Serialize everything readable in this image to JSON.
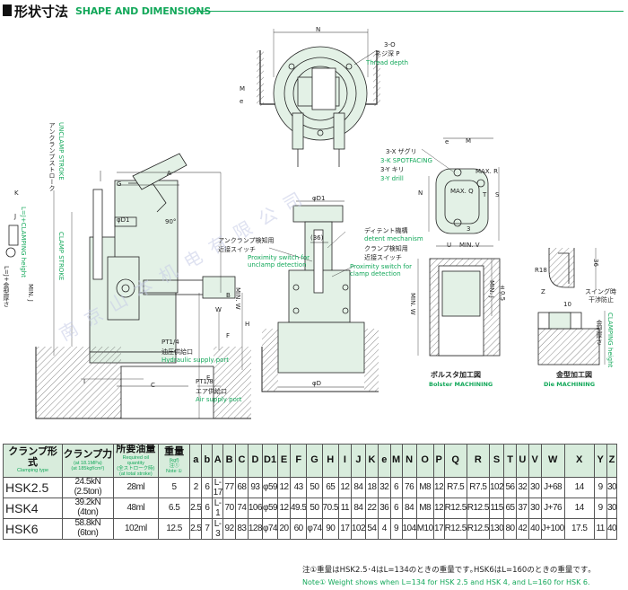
{
  "header": {
    "title_ja": "形状寸法",
    "title_en": "SHAPE AND DIMENSIONS"
  },
  "drawing": {
    "top_view": {
      "dim_n": "N",
      "thread_depth_ja": "3-O",
      "thread_depth_sub": "ネジ深 P",
      "thread_depth_en": "Thread depth",
      "dim_m": "M",
      "dim_e": "e"
    },
    "front_view": {
      "dim_a": "A",
      "dim_g": "G",
      "dim_k": "K",
      "dim_j": "J",
      "dim_b": "B",
      "dim_w": "W",
      "dim_h": "H",
      "dim_f": "F",
      "dim_c": "C",
      "dim_e": "E",
      "dim_i": "I",
      "dim_phi_d1": "φD1",
      "angle": "90°",
      "min_w": "MIN. W",
      "min_j": "MIN. J",
      "clamp_stroke_ja": "アンクランプストローク",
      "unclamp_stroke_en": "UNCLAMP STROKE",
      "clamp_stroke_en": "CLAMP STROKE",
      "clamping_height_ja": "L=J+金型厚さ",
      "clamping_height_en": "L=J+CLAMPING height",
      "pt_hydraulic": "PT1/4",
      "hydraulic_ja": "油圧供給口",
      "hydraulic_en": "Hydraulic supply port",
      "pt_air": "PT1/8",
      "air_ja": "エア供給口",
      "air_en": "Air supply port"
    },
    "side_view": {
      "dim_phi_d1": "φD1",
      "dim_36": "(36)",
      "dim_phi_d": "φD",
      "unclamp_switch_ja": "アンクランプ検知用",
      "unclamp_switch_ja2": "近接スイッチ",
      "unclamp_switch_en": "Proximity switch for",
      "unclamp_switch_en2": "unclamp detection",
      "detent_ja": "ディテント機構",
      "detent_en": "detent mechanism",
      "clamp_switch_ja": "クランプ検知用",
      "clamp_switch_ja2": "近接スイッチ",
      "clamp_switch_en": "Proximity switch for",
      "clamp_switch_en2": "clamp detection"
    },
    "bolster": {
      "spot_ja": "3-X ザグリ",
      "spot_en": "3-K SPOTFACING",
      "drill_ja": "3-Y キリ",
      "drill_en": "3-Y drill",
      "dim_e": "e",
      "dim_m": "M",
      "max_r": "MAX. R",
      "max_q": "MAX. Q",
      "dim_n": "N",
      "dim_t": "T",
      "dim_s": "S",
      "dim_u": "U",
      "min_v": "MIN. V",
      "dim_3": "3",
      "min_w": "MIN. W",
      "min_j": "MIN. J",
      "tol": "±0.5",
      "title_ja": "ボルスタ加工図",
      "title_en": "Bolster MACHINING"
    },
    "die": {
      "r18": "R18",
      "dim_z": "Z",
      "dim_36": "36",
      "dim_10": "10",
      "swing_ja": "スイング時",
      "swing_ja2": "干渉防止",
      "height_ja": "金型厚さ",
      "height_en": "CLAMPING height",
      "title_ja": "金型加工図",
      "title_en": "Die MACHINING"
    },
    "watermark": "南京山本机电有限公司"
  },
  "table": {
    "headers": {
      "type_ja": "クランプ形式",
      "type_en": "Clamping type",
      "force_ja": "クランプ力",
      "force_sub1": "(at 18.1MPa)",
      "force_sub2": "(at 185kgf/cm²)",
      "oil_ja": "所要油量",
      "oil_en": "Required oil quantity",
      "oil_en2": "(全ストローク時)",
      "oil_en3": "(at total stroke)",
      "weight_ja": "重量",
      "weight_unit": "(kgf)",
      "weight_note": "注①",
      "weight_note_en": "Note ①",
      "cols": [
        "a",
        "b",
        "A",
        "B",
        "C",
        "D",
        "D1",
        "E",
        "F",
        "G",
        "H",
        "I",
        "J",
        "K",
        "e",
        "M",
        "N",
        "O",
        "P",
        "Q",
        "R",
        "S",
        "T",
        "U",
        "V",
        "W",
        "X",
        "Y",
        "Z"
      ]
    },
    "rows": [
      {
        "model": "HSK2.5",
        "force1": "24.5kN",
        "force2": "(2.5ton)",
        "oil": "28ml",
        "weight": "5",
        "vals": [
          "2",
          "6",
          "L-17",
          "77",
          "68",
          "93",
          "φ59",
          "12",
          "43",
          "50",
          "65",
          "12",
          "84",
          "18",
          "32",
          "6",
          "76",
          "M8",
          "12",
          "R7.5",
          "R7.5",
          "102",
          "56",
          "32",
          "30",
          "J+68",
          "14",
          "9",
          "30"
        ]
      },
      {
        "model": "HSK4",
        "force1": "39.2kN",
        "force2": "(4ton)",
        "oil": "48ml",
        "weight": "6.5",
        "vals": [
          "2.5",
          "6",
          "L-1",
          "70",
          "74",
          "106",
          "φ59",
          "12",
          "49.5",
          "50",
          "70.5",
          "11",
          "84",
          "22",
          "36",
          "6",
          "84",
          "M8",
          "12",
          "R12.5",
          "R12.5",
          "115",
          "65",
          "37",
          "30",
          "J+76",
          "14",
          "9",
          "30"
        ]
      },
      {
        "model": "HSK6",
        "force1": "58.8kN",
        "force2": "(6ton)",
        "oil": "102ml",
        "weight": "12.5",
        "vals": [
          "2.5",
          "7",
          "L-3",
          "92",
          "83",
          "128",
          "φ74",
          "20",
          "60",
          "φ74",
          "90",
          "17",
          "102",
          "54",
          "4",
          "9",
          "104",
          "M10",
          "17",
          "R12.5",
          "R12.5",
          "130",
          "80",
          "42",
          "40",
          "J+100",
          "17.5",
          "11",
          "40"
        ]
      }
    ]
  },
  "notes": {
    "ja": "注①重量はHSK2.5･4はL=134のときの重量です｡HSK6はL=160のときの重量です｡",
    "en": "Note① Weight shows when L=134 for HSK 2.5 and HSK 4, and L=160 for HSK 6."
  },
  "colors": {
    "accent": "#13a85a",
    "header_fill": "#d8ecdc",
    "body_fill": "#e3f1e6",
    "watermark": "#c6cce6"
  }
}
